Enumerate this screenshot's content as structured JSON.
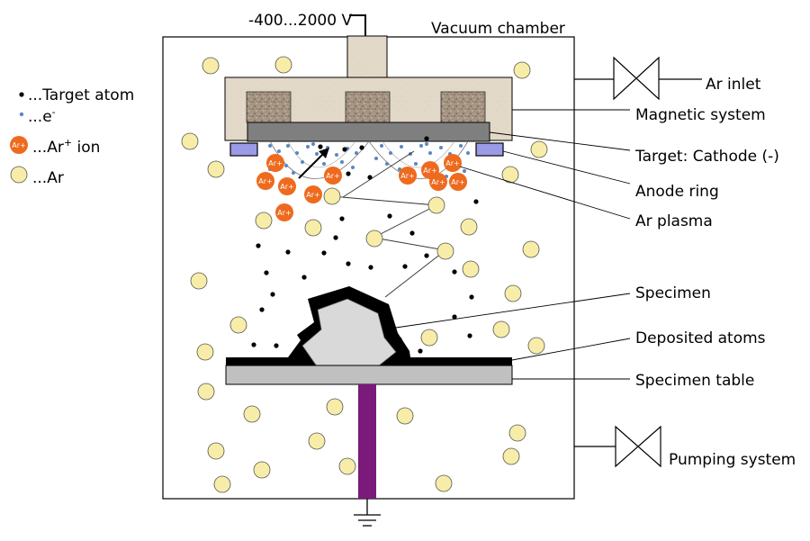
{
  "voltage_label": "-400...2000 V",
  "chamber_label": "Vacuum chamber",
  "labels": {
    "ar_inlet": "Ar inlet",
    "magnetic_system": "Magnetic system",
    "target_cathode": "Target: Cathode (-)",
    "anode_ring": "Anode ring",
    "ar_plasma": "Ar plasma",
    "specimen": "Specimen",
    "deposited_atoms": "Deposited atoms",
    "specimen_table": "Specimen table",
    "pumping_system": "Pumping system"
  },
  "legend": {
    "target_atom": "...Target atom",
    "electron": "...e",
    "electron_sup": "-",
    "ar_ion_prefix": "...Ar",
    "ar_ion_sup": "+",
    "ar_ion_suffix": " ion",
    "ar_ion_badge": "Ar+",
    "ar": "...Ar"
  },
  "ion_label": "Ar+",
  "colors": {
    "ar_atom": "#f7eda8",
    "ar_ion": "#ee6a1e",
    "electron": "#5b86c0",
    "target_atom": "#000000",
    "target": "#7f7f7f",
    "magnetic_housing": "#e2d8c6",
    "magnet_core": "#a0907c",
    "anode_ring": "#9a9ae6",
    "specimen": "#d9d9d9",
    "table": "#c0c0c0",
    "rod": "#7a1a7a"
  }
}
